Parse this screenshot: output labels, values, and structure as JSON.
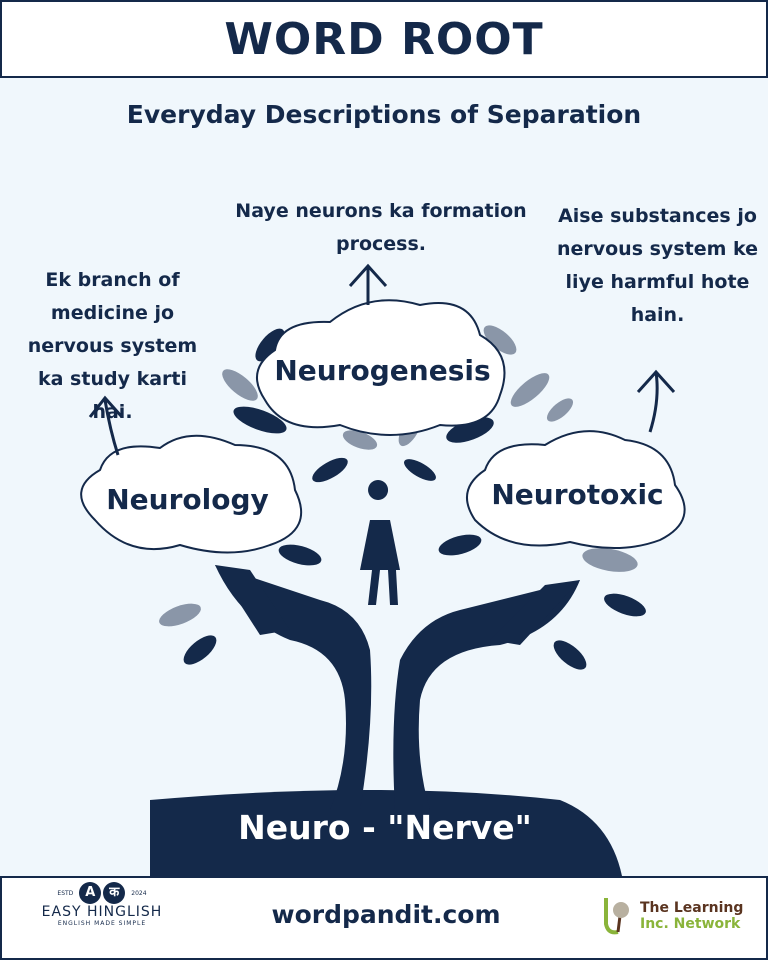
{
  "header": {
    "title": "WORD ROOT"
  },
  "subtitle": "Everyday Descriptions of Separation",
  "root": {
    "label": "Neuro - \"Nerve\""
  },
  "words": [
    {
      "word": "Neurology",
      "definition": "Ek branch of medicine jo nervous system ka study karti hai."
    },
    {
      "word": "Neurogenesis",
      "definition": "Naye neurons ka formation process."
    },
    {
      "word": "Neurotoxic",
      "definition": "Aise substances jo nervous system ke liye harmful hote hain."
    }
  ],
  "footer": {
    "site": "wordpandit.com",
    "left_logo": {
      "name": "EASY HINGLISH",
      "tagline": "ENGLISH MADE SIMPLE",
      "estd": "ESTD",
      "year": "2024",
      "letters": [
        "A",
        "क"
      ]
    },
    "right_logo": {
      "line1": "The Learning",
      "line2": "Inc. Network"
    }
  },
  "colors": {
    "navy": "#14294a",
    "background": "#f0f7fc"
  }
}
